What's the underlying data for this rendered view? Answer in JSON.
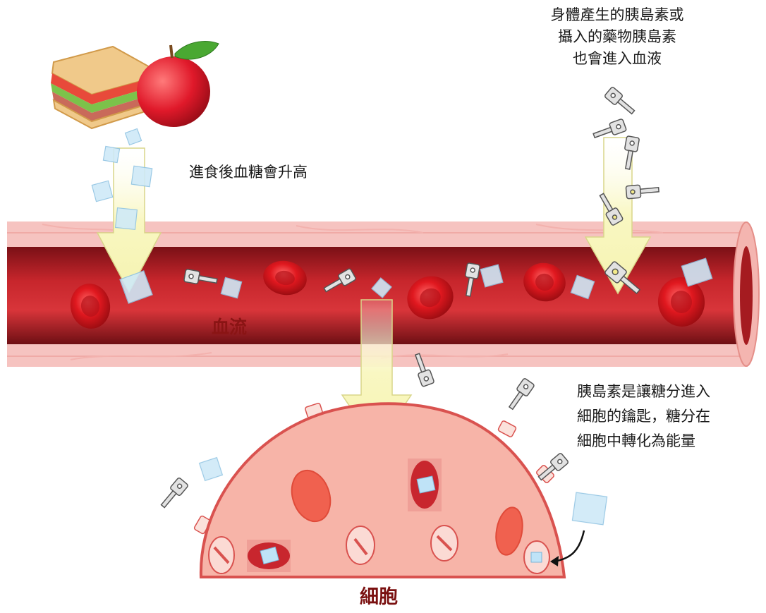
{
  "labels": {
    "food_raises_sugar": "進食後血糖會升高",
    "insulin_lines": [
      "身體產生的胰島素或",
      "攝入的藥物胰島素",
      "也會進入血液"
    ],
    "insulin_key_lines": [
      "胰島素是讓糖分進入",
      "細胞的鑰匙，糖分在",
      "細胞中轉化為能量"
    ],
    "blood_stream": "血流",
    "cell": "細胞"
  },
  "colors": {
    "vessel_outer": "#f6c3c0",
    "vessel_inner": "#b01f25",
    "red_blood_cell": "#d2121a",
    "cell_body": "#f6b3a8",
    "cell_border": "#d9524f",
    "arrow_fill": "#f8f7c0",
    "sugar_cube": "#bfe3f7",
    "key": "#d8d8d8",
    "label_dark_red": "#8a1414"
  },
  "icons": [
    "sandwich-icon",
    "apple-icon",
    "sugar-cube-icon",
    "insulin-key-icon",
    "red-blood-cell-icon",
    "arrow-down-icon"
  ]
}
